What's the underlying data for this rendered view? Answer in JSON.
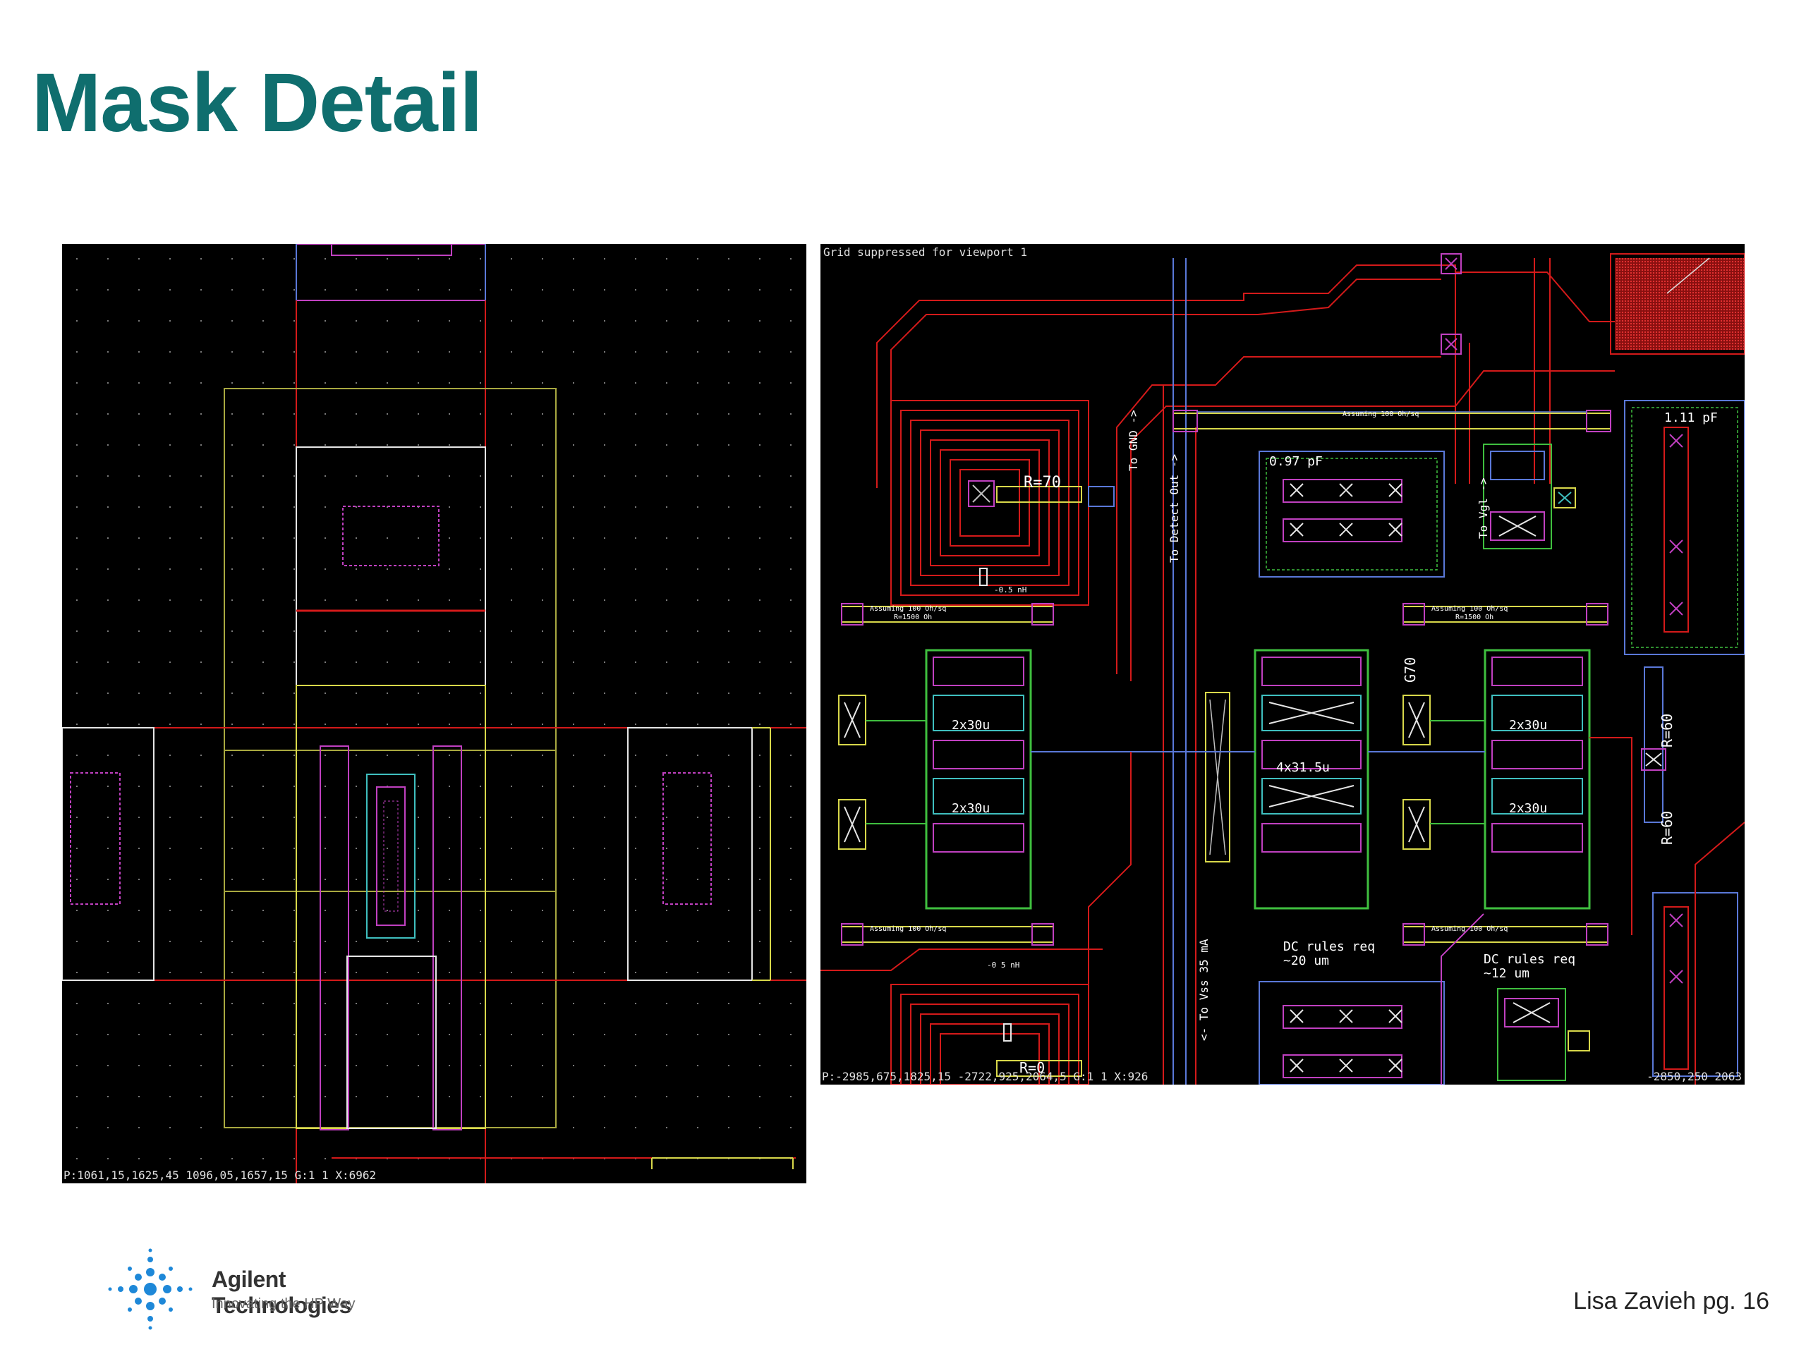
{
  "slide": {
    "title": "Mask Detail",
    "footer": "Lisa Zavieh pg. 16"
  },
  "left_view": {
    "status": "P:1061,15,1625,45 1096,05,1657,15 G:1 1 X:6962"
  },
  "right_view": {
    "viewport_note": "Grid suppressed for viewport 1",
    "status_left": "P:-2985,675,1825,15 -2722,925,2064,5 G:1 1 X:926",
    "status_right": "-2850,250 2063",
    "labels": {
      "r70": "R=70",
      "gnd": "To GND ->",
      "detect": "To Detect Out ->",
      "vgl": "To Vgl ->",
      "vss": "<- To Vss  35 mA",
      "cap097": "0.97 pF",
      "cap111": "1.11 pF",
      "ind_top": "-0.5 nH",
      "ind_bot": "-0 5 nH",
      "res_top": "Assuming 100 Oh/sq",
      "res_sub": "R=1500 Oh",
      "g70": "G70",
      "r60a": "R=60",
      "r60b": "R=60",
      "dev_2x30_a": "2x30u",
      "dev_2x30_b": "2x30u",
      "dev_2x30_c": "2x30u",
      "dev_2x30_d": "2x30u",
      "dev_4x31": "4x31.5u",
      "dc_left": "DC rules req",
      "dc_left2": "~20 um",
      "dc_right": "DC rules req",
      "dc_right2": "~12 um",
      "r0": "R=0"
    }
  },
  "logo": {
    "name": "Agilent Technologies",
    "tagline": "Innovating the HP Way"
  },
  "colors": {
    "title": "#0f6e6e",
    "poly_red": "#d41a1a",
    "metal_yellow": "#d8d84a",
    "metal_green": "#3fbf3f",
    "via_magenta": "#c040c0",
    "metal_blue": "#5a78d8",
    "cyan": "#3fbfbf"
  }
}
